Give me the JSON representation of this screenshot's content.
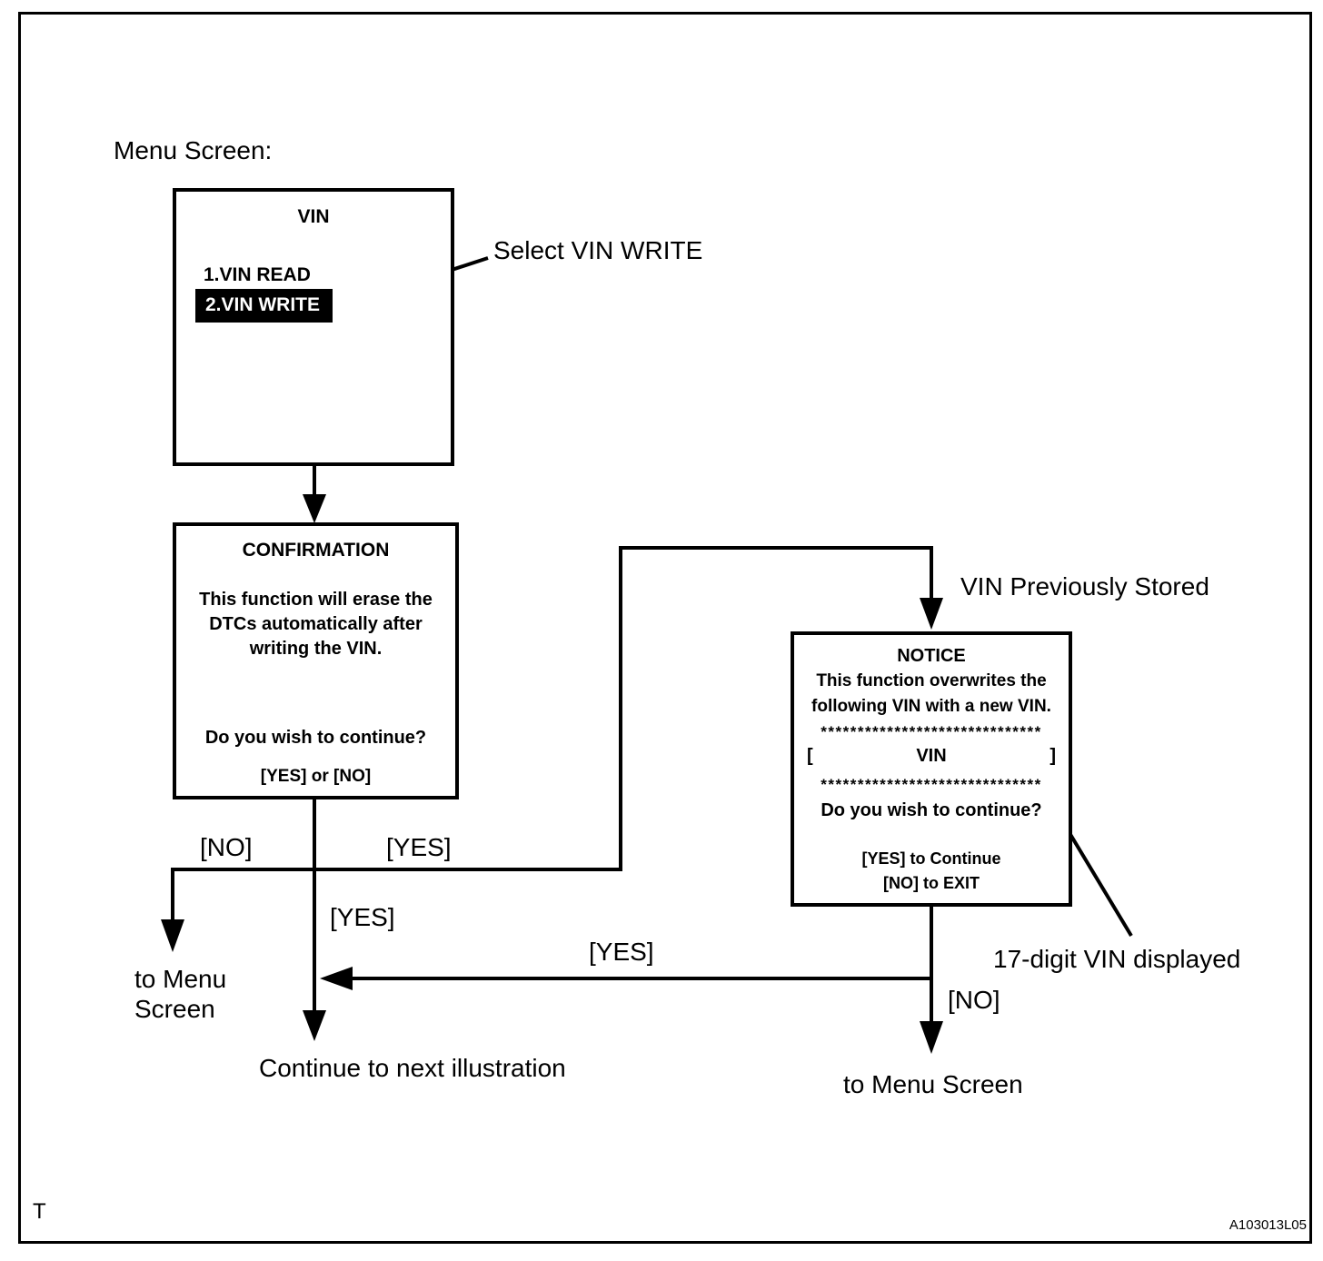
{
  "header": {
    "menu_screen_label": "Menu Screen:"
  },
  "menu_box": {
    "title": "VIN",
    "item1": "1.VIN READ",
    "item2": "2.VIN WRITE"
  },
  "callouts": {
    "select_vin_write": "Select VIN WRITE",
    "vin_previously_stored": "VIN Previously Stored",
    "seventeen_digit_vin": "17-digit VIN displayed"
  },
  "confirmation_box": {
    "title": "CONFIRMATION",
    "body_line1": "This function will erase the",
    "body_line2": "DTCs automatically after",
    "body_line3": "writing the VIN.",
    "question": "Do you wish to continue?",
    "options": "[YES] or [NO]"
  },
  "notice_box": {
    "title": "NOTICE",
    "body_line1": "This function overwrites the",
    "body_line2": "following VIN with a new VIN.",
    "asterisk_row": "******************************",
    "vin_bracket_open": "[",
    "vin_label": "VIN",
    "vin_bracket_close": "]",
    "question": "Do you wish to continue?",
    "yes_instruction": "[YES] to Continue",
    "no_instruction": "[NO] to EXIT"
  },
  "branch_labels": {
    "no_left": "[NO]",
    "yes_right": "[YES]",
    "yes_down": "[YES]",
    "yes_return": "[YES]",
    "no_notice": "[NO]"
  },
  "terminals": {
    "to_menu_line1": "to Menu",
    "to_menu_line2": "Screen",
    "continue_next": "Continue to next illustration",
    "to_menu_screen": "to Menu Screen"
  },
  "footer": {
    "page_marker": "T",
    "figure_code": "A103013L05"
  }
}
